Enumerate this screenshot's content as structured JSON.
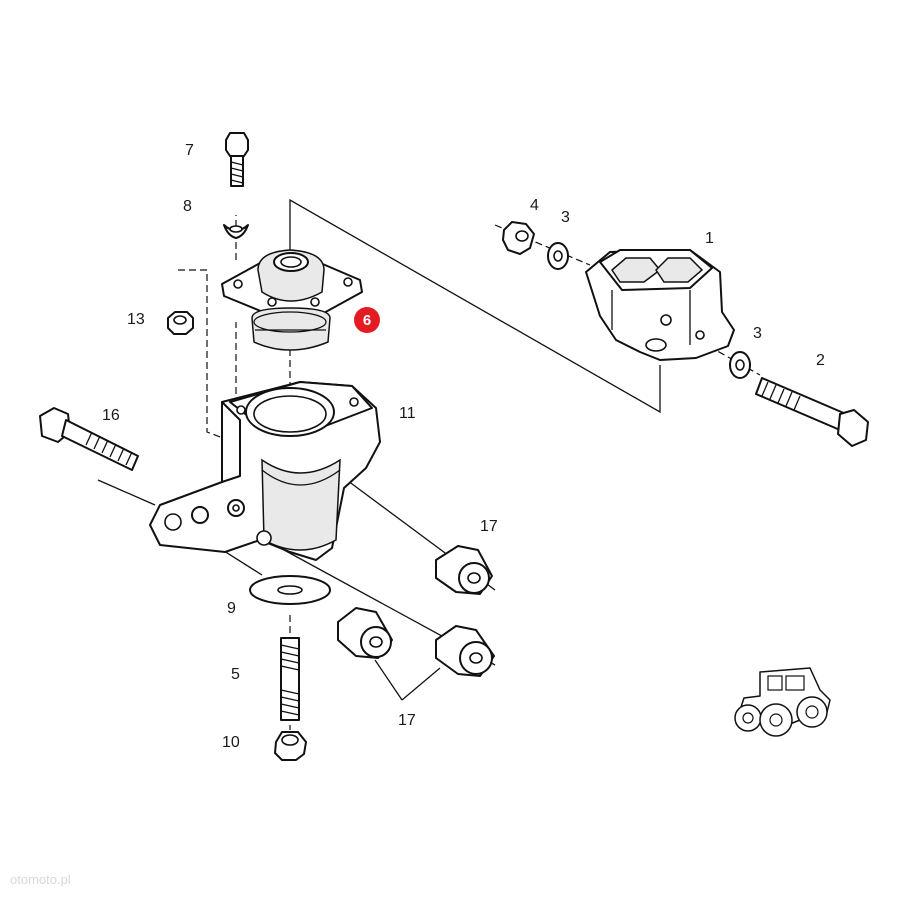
{
  "callouts": {
    "c1": "1",
    "c2": "2",
    "c3a": "3",
    "c3b": "3",
    "c4": "4",
    "c5": "5",
    "c6": "6",
    "c7": "7",
    "c8": "8",
    "c9": "9",
    "c10": "10",
    "c11": "11",
    "c13": "13",
    "c16": "16",
    "c17a": "17",
    "c17b": "17"
  },
  "highlight_color": "#e41b23",
  "watermark": "otomoto.pl",
  "tractor_icon": "tractor-icon"
}
